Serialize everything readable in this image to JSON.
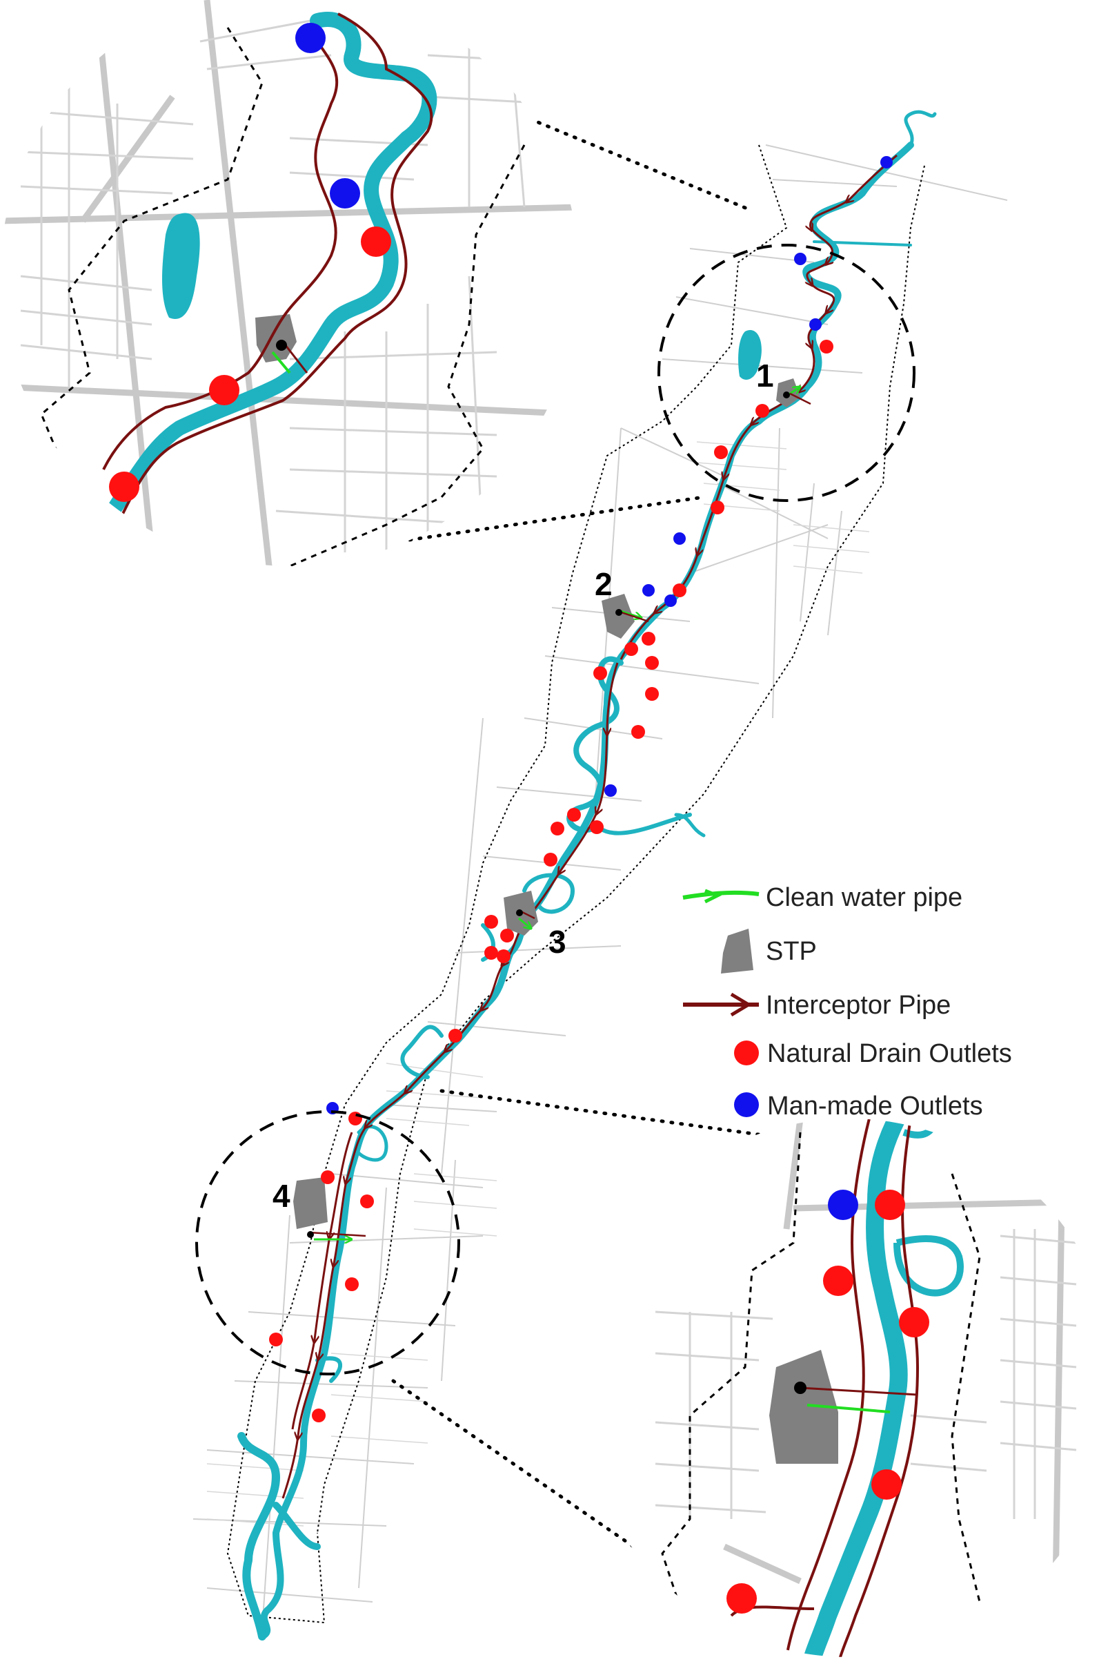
{
  "sites": [
    {
      "label": "1"
    },
    {
      "label": "2"
    },
    {
      "label": "3"
    },
    {
      "label": "4"
    }
  ],
  "legend": {
    "items": [
      {
        "label": "Clean water pipe",
        "symbol": "arrow",
        "color": "#22dd22"
      },
      {
        "label": "STP",
        "symbol": "polygon",
        "color": "#808080"
      },
      {
        "label": "Interceptor Pipe",
        "symbol": "arrow",
        "color": "#7a1010"
      },
      {
        "label": "Natural Drain Outlets",
        "symbol": "circle",
        "color": "#ff1111"
      },
      {
        "label": "Man-made Outlets",
        "symbol": "circle",
        "color": "#1111ee"
      }
    ]
  },
  "colors": {
    "river": "#1fb3c1",
    "interceptor_pipe": "#7a1010",
    "clean_water_pipe": "#22dd22",
    "stp": "#808080",
    "natural_outlet": "#ff1111",
    "manmade_outlet": "#1111ee",
    "roads": "#cfcfcf",
    "boundary": "#000000"
  }
}
